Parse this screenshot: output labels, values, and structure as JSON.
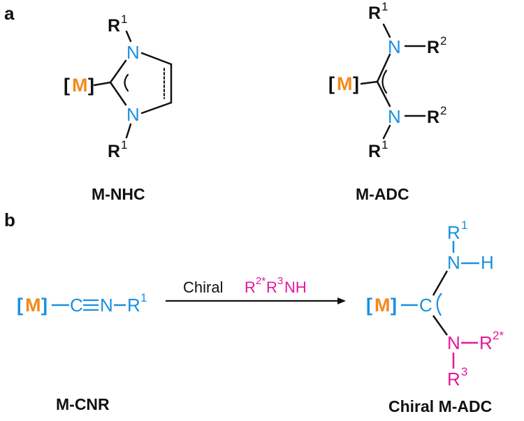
{
  "colors": {
    "black": "#111111",
    "blue": "#1a8fe0",
    "orange": "#f28a1c",
    "magenta": "#e6179b"
  },
  "panel_a": {
    "label": "a",
    "nhc": {
      "metal_open": "[",
      "metal": "M",
      "metal_close": "]",
      "n": "N",
      "r": "R",
      "r_sup": "1",
      "name": "M-NHC"
    },
    "adc": {
      "metal_open": "[",
      "metal": "M",
      "metal_close": "]",
      "n": "N",
      "r": "R",
      "r1_sup": "1",
      "r2_sup": "2",
      "name": "M-ADC"
    }
  },
  "panel_b": {
    "label": "b",
    "start": {
      "metal_open": "[",
      "metal": "M",
      "metal_close": "]",
      "c": "C",
      "n": "N",
      "r": "R",
      "r_sup": "1",
      "name": "M-CNR"
    },
    "reagent": {
      "prefix": "Chiral",
      "r": "R",
      "r2_sup": "2*",
      "r3": "R",
      "r3_sup": "3",
      "nh": "NH"
    },
    "product": {
      "metal_open": "[",
      "metal": "M",
      "metal_close": "]",
      "c": "C",
      "n": "N",
      "h": "H",
      "r": "R",
      "r1_sup": "1",
      "r2_sup": "2*",
      "r3_sup": "3",
      "name": "Chiral M-ADC"
    }
  }
}
